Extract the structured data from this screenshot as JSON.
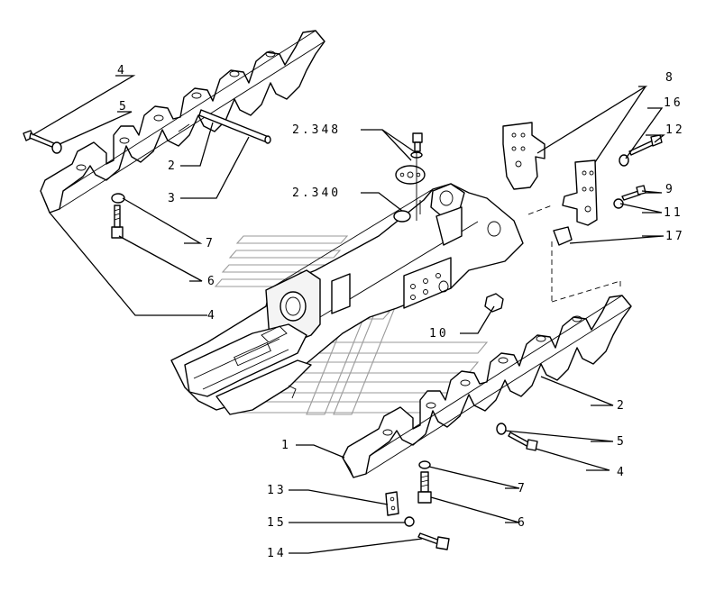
{
  "labels": {
    "l4_top": "4",
    "l5_top": "5",
    "l2_top": "2",
    "l3": "3",
    "l7_left": "7",
    "l6_left": "6",
    "l4_left": "4",
    "l2348": "2.348",
    "l2340": "2.340",
    "l8": "8",
    "l16": "16",
    "l12": "12",
    "l9": "9",
    "l11": "11",
    "l17": "17",
    "l10": "10",
    "l2_right": "2",
    "l5_right": "5",
    "l4_right": "4",
    "l1": "1",
    "l7_bottom": "7",
    "l6_bottom": "6",
    "l13": "13",
    "l15": "15",
    "l14": "14"
  },
  "colors": {
    "line": "#000000",
    "watermark": "#9a9a9a",
    "background": "#ffffff"
  }
}
